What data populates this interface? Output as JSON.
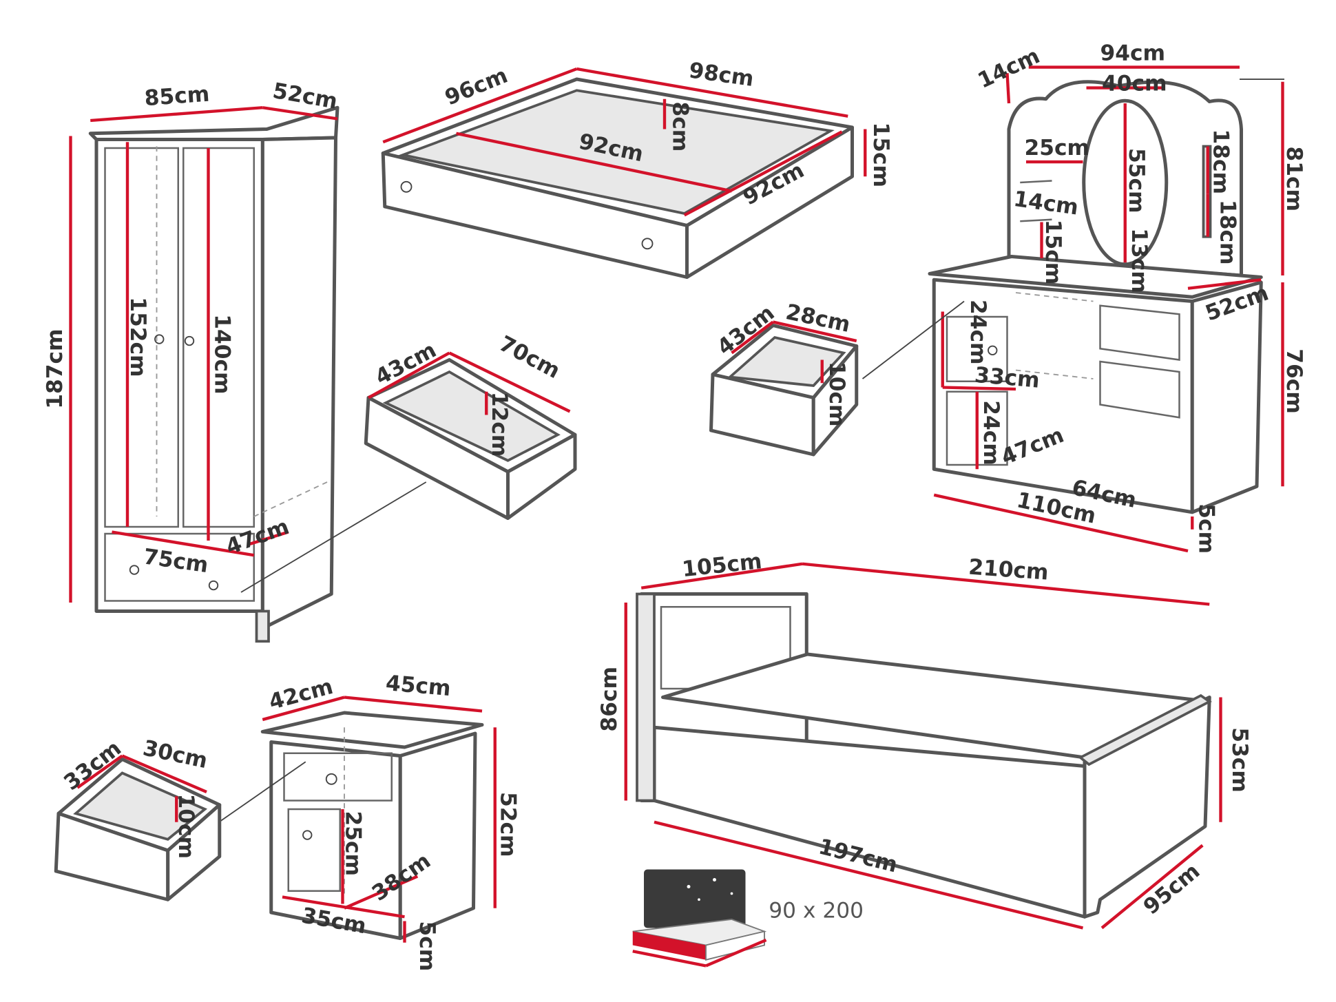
{
  "wardrobe": {
    "width": "85cm",
    "depth": "52cm",
    "height": "187cm",
    "inner_left": "152cm",
    "inner_right": "140cm",
    "shelf_depth": "47cm",
    "drawer_width": "75cm"
  },
  "wardrobe_drawer": {
    "depth": "43cm",
    "width": "70cm",
    "height": "12cm"
  },
  "bed_drawer": {
    "depth": "96cm",
    "width": "98cm",
    "height": "8cm",
    "inner_width": "92cm",
    "inner_depth": "92cm",
    "outer_height": "15cm"
  },
  "vanity": {
    "top_depth": "14cm",
    "top_width": "94cm",
    "mirror_width": "40cm",
    "total_height": "81cm",
    "shelf_width": "25cm",
    "mirror_height": "55cm",
    "side_shelf_top": "18cm",
    "shelf_depth": "14cm",
    "side_shelf_bottom": "18cm",
    "shelf_gap": "15cm",
    "mirror_bottom": "13cm",
    "desk_depth": "52cm",
    "desk_height": "76cm",
    "drawer_height_top": "24cm",
    "cabinet_width": "33cm",
    "drawer_height_bottom": "24cm",
    "cabinet_depth": "47cm",
    "knee_width": "64cm",
    "desk_width": "110cm",
    "leg_height": "5cm"
  },
  "vanity_drawer": {
    "depth": "43cm",
    "width": "28cm",
    "height": "10cm"
  },
  "bed": {
    "headboard_width": "105cm",
    "length": "210cm",
    "headboard_height": "86cm",
    "footboard_height": "53cm",
    "inner_length": "197cm",
    "width": "95cm",
    "mattress_size": "90 x 200"
  },
  "nightstand": {
    "depth": "42cm",
    "width": "45cm",
    "height": "52cm",
    "door_height": "25cm",
    "inner_depth": "38cm",
    "inner_width": "35cm",
    "leg_height": "5cm"
  },
  "nightstand_drawer": {
    "depth": "33cm",
    "width": "30cm",
    "height": "10cm"
  },
  "colors": {
    "dimension_line": "#d3122a",
    "outline": "#555555"
  }
}
